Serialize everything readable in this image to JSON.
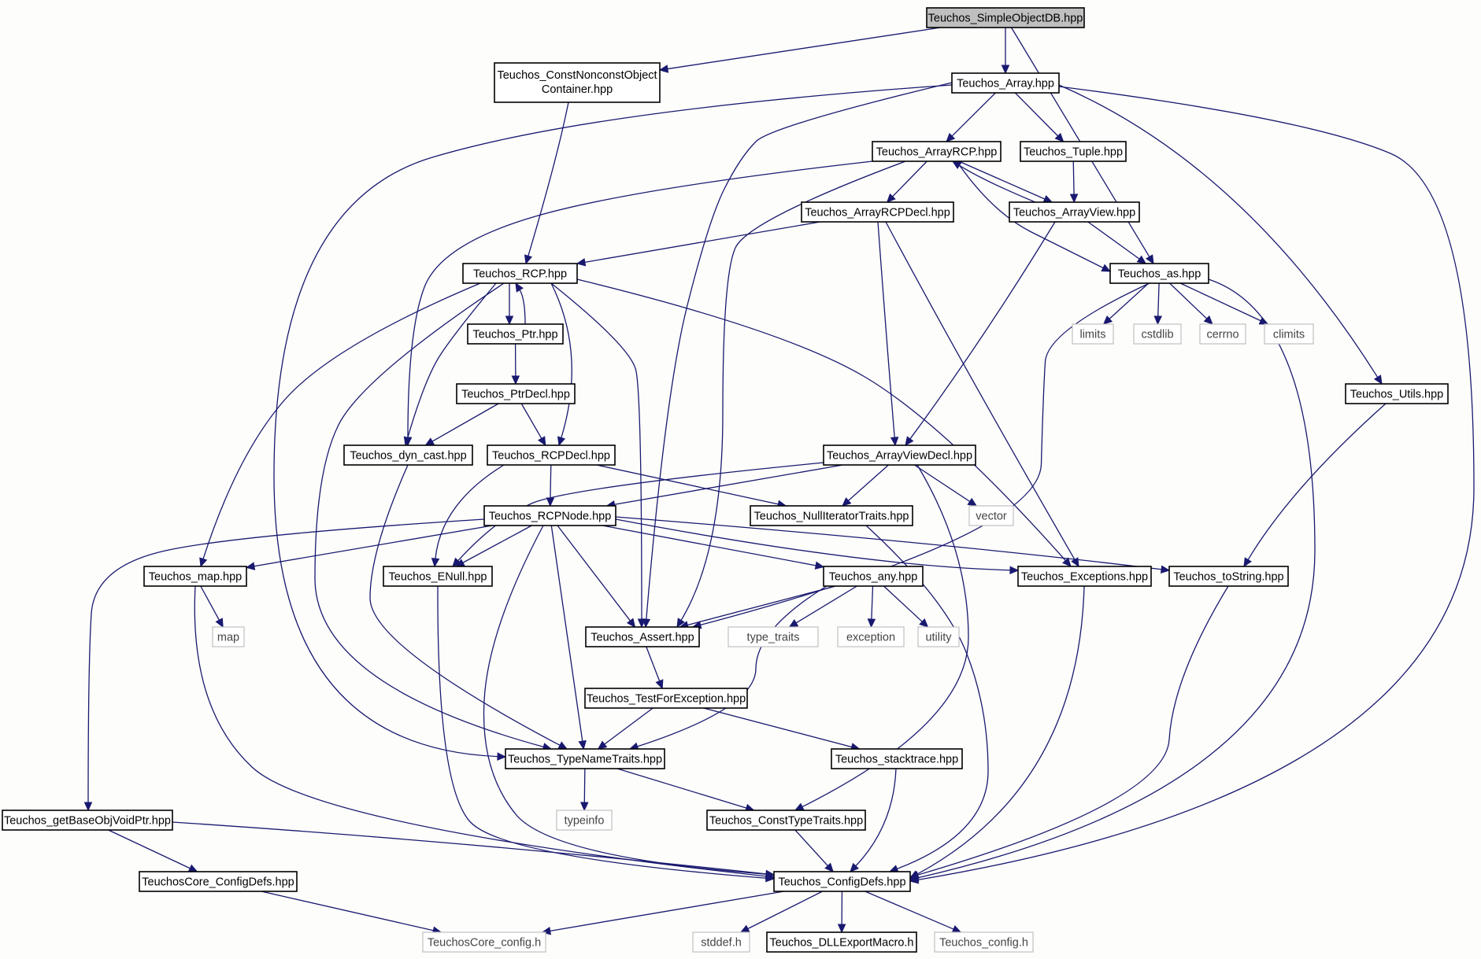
{
  "nodes": [
    {
      "id": "simpleobjectdb",
      "label": "Teuchos_SimpleObjectDB.hpp",
      "kind": "root"
    },
    {
      "id": "constnonconst",
      "label": "Teuchos_ConstNonconstObject Container.hpp",
      "lines": [
        "Teuchos_ConstNonconstObject",
        "Container.hpp"
      ],
      "kind": "file"
    },
    {
      "id": "array",
      "label": "Teuchos_Array.hpp",
      "kind": "file"
    },
    {
      "id": "arrayrcp",
      "label": "Teuchos_ArrayRCP.hpp",
      "kind": "file"
    },
    {
      "id": "tuple",
      "label": "Teuchos_Tuple.hpp",
      "kind": "file"
    },
    {
      "id": "arrayrcpdecl",
      "label": "Teuchos_ArrayRCPDecl.hpp",
      "kind": "file"
    },
    {
      "id": "arrayview",
      "label": "Teuchos_ArrayView.hpp",
      "kind": "file"
    },
    {
      "id": "rcp",
      "label": "Teuchos_RCP.hpp",
      "kind": "file"
    },
    {
      "id": "as",
      "label": "Teuchos_as.hpp",
      "kind": "file"
    },
    {
      "id": "ptr",
      "label": "Teuchos_Ptr.hpp",
      "kind": "file"
    },
    {
      "id": "limits",
      "label": "limits",
      "kind": "system"
    },
    {
      "id": "cstdlib",
      "label": "cstdlib",
      "kind": "system"
    },
    {
      "id": "cerrno",
      "label": "cerrno",
      "kind": "system"
    },
    {
      "id": "climits",
      "label": "climits",
      "kind": "system"
    },
    {
      "id": "ptrdecl",
      "label": "Teuchos_PtrDecl.hpp",
      "kind": "file"
    },
    {
      "id": "utils",
      "label": "Teuchos_Utils.hpp",
      "kind": "file"
    },
    {
      "id": "dyncast",
      "label": "Teuchos_dyn_cast.hpp",
      "kind": "file"
    },
    {
      "id": "rcpdecl",
      "label": "Teuchos_RCPDecl.hpp",
      "kind": "file"
    },
    {
      "id": "arrayviewdecl",
      "label": "Teuchos_ArrayViewDecl.hpp",
      "kind": "file"
    },
    {
      "id": "rcpnode",
      "label": "Teuchos_RCPNode.hpp",
      "kind": "file"
    },
    {
      "id": "nulliter",
      "label": "Teuchos_NullIteratorTraits.hpp",
      "kind": "file"
    },
    {
      "id": "vector",
      "label": "vector",
      "kind": "system"
    },
    {
      "id": "map_hpp",
      "label": "Teuchos_map.hpp",
      "kind": "file"
    },
    {
      "id": "enull",
      "label": "Teuchos_ENull.hpp",
      "kind": "file"
    },
    {
      "id": "any",
      "label": "Teuchos_any.hpp",
      "kind": "file"
    },
    {
      "id": "exceptions",
      "label": "Teuchos_Exceptions.hpp",
      "kind": "file"
    },
    {
      "id": "tostring",
      "label": "Teuchos_toString.hpp",
      "kind": "file"
    },
    {
      "id": "map",
      "label": "map",
      "kind": "system"
    },
    {
      "id": "assert",
      "label": "Teuchos_Assert.hpp",
      "kind": "file"
    },
    {
      "id": "type_traits",
      "label": "type_traits",
      "kind": "system"
    },
    {
      "id": "exception",
      "label": "exception",
      "kind": "system"
    },
    {
      "id": "utility",
      "label": "utility",
      "kind": "system"
    },
    {
      "id": "testforexc",
      "label": "Teuchos_TestForException.hpp",
      "kind": "file"
    },
    {
      "id": "typenametraits",
      "label": "Teuchos_TypeNameTraits.hpp",
      "kind": "file"
    },
    {
      "id": "stacktrace",
      "label": "Teuchos_stacktrace.hpp",
      "kind": "file"
    },
    {
      "id": "getbaseobj",
      "label": "Teuchos_getBaseObjVoidPtr.hpp",
      "kind": "file"
    },
    {
      "id": "typeinfo",
      "label": "typeinfo",
      "kind": "system"
    },
    {
      "id": "consttypetraits",
      "label": "Teuchos_ConstTypeTraits.hpp",
      "kind": "file"
    },
    {
      "id": "coreconfigdefs",
      "label": "TeuchosCore_ConfigDefs.hpp",
      "kind": "file"
    },
    {
      "id": "configdefs",
      "label": "Teuchos_ConfigDefs.hpp",
      "kind": "file"
    },
    {
      "id": "coreconfig",
      "label": "TeuchosCore_config.h",
      "kind": "system"
    },
    {
      "id": "stddef",
      "label": "stddef.h",
      "kind": "system"
    },
    {
      "id": "dllexport",
      "label": "Teuchos_DLLExportMacro.h",
      "kind": "file"
    },
    {
      "id": "config",
      "label": "Teuchos_config.h",
      "kind": "system"
    }
  ],
  "edges": [
    {
      "from": "simpleobjectdb",
      "to": "constnonconst"
    },
    {
      "from": "simpleobjectdb",
      "to": "array"
    },
    {
      "from": "simpleobjectdb",
      "to": "as"
    },
    {
      "from": "constnonconst",
      "to": "rcp"
    },
    {
      "from": "array",
      "to": "arrayrcp"
    },
    {
      "from": "array",
      "to": "tuple"
    },
    {
      "from": "array",
      "to": "assert"
    },
    {
      "from": "array",
      "to": "typenametraits"
    },
    {
      "from": "array",
      "to": "utils"
    },
    {
      "from": "array",
      "to": "configdefs"
    },
    {
      "from": "arrayrcp",
      "to": "arrayrcpdecl"
    },
    {
      "from": "arrayrcp",
      "to": "arrayview"
    },
    {
      "from": "arrayrcp",
      "to": "as"
    },
    {
      "from": "arrayrcp",
      "to": "dyncast"
    },
    {
      "from": "arrayrcp",
      "to": "assert"
    },
    {
      "from": "tuple",
      "to": "arrayview"
    },
    {
      "from": "arrayview",
      "to": "arrayrcp"
    },
    {
      "from": "arrayview",
      "to": "as"
    },
    {
      "from": "arrayview",
      "to": "arrayviewdecl"
    },
    {
      "from": "arrayrcpdecl",
      "to": "rcp"
    },
    {
      "from": "arrayrcpdecl",
      "to": "arrayviewdecl"
    },
    {
      "from": "arrayrcpdecl",
      "to": "exceptions"
    },
    {
      "from": "rcp",
      "to": "ptr"
    },
    {
      "from": "ptr",
      "to": "rcp"
    },
    {
      "from": "rcp",
      "to": "dyncast"
    },
    {
      "from": "rcp",
      "to": "rcpdecl"
    },
    {
      "from": "rcp",
      "to": "map_hpp"
    },
    {
      "from": "rcp",
      "to": "assert"
    },
    {
      "from": "rcp",
      "to": "typenametraits"
    },
    {
      "from": "rcp",
      "to": "exceptions"
    },
    {
      "from": "ptr",
      "to": "ptrdecl"
    },
    {
      "from": "ptrdecl",
      "to": "dyncast"
    },
    {
      "from": "ptrdecl",
      "to": "rcpdecl"
    },
    {
      "from": "as",
      "to": "limits"
    },
    {
      "from": "as",
      "to": "cstdlib"
    },
    {
      "from": "as",
      "to": "cerrno"
    },
    {
      "from": "as",
      "to": "climits"
    },
    {
      "from": "as",
      "to": "assert"
    },
    {
      "from": "as",
      "to": "configdefs"
    },
    {
      "from": "utils",
      "to": "tostring"
    },
    {
      "from": "dyncast",
      "to": "typenametraits"
    },
    {
      "from": "rcpdecl",
      "to": "rcpnode"
    },
    {
      "from": "rcpdecl",
      "to": "enull"
    },
    {
      "from": "rcpdecl",
      "to": "nulliter"
    },
    {
      "from": "arrayviewdecl",
      "to": "rcpnode"
    },
    {
      "from": "arrayviewdecl",
      "to": "enull"
    },
    {
      "from": "arrayviewdecl",
      "to": "nulliter"
    },
    {
      "from": "arrayviewdecl",
      "to": "vector"
    },
    {
      "from": "arrayviewdecl",
      "to": "consttypetraits"
    },
    {
      "from": "nulliter",
      "to": "configdefs"
    },
    {
      "from": "rcpnode",
      "to": "map_hpp"
    },
    {
      "from": "rcpnode",
      "to": "enull"
    },
    {
      "from": "rcpnode",
      "to": "any"
    },
    {
      "from": "rcpnode",
      "to": "exceptions"
    },
    {
      "from": "rcpnode",
      "to": "tostring"
    },
    {
      "from": "rcpnode",
      "to": "assert"
    },
    {
      "from": "rcpnode",
      "to": "typenametraits"
    },
    {
      "from": "rcpnode",
      "to": "getbaseobj"
    },
    {
      "from": "rcpnode",
      "to": "configdefs"
    },
    {
      "from": "map_hpp",
      "to": "map"
    },
    {
      "from": "map_hpp",
      "to": "configdefs"
    },
    {
      "from": "enull",
      "to": "configdefs"
    },
    {
      "from": "any",
      "to": "assert"
    },
    {
      "from": "any",
      "to": "type_traits"
    },
    {
      "from": "any",
      "to": "exception"
    },
    {
      "from": "any",
      "to": "utility"
    },
    {
      "from": "any",
      "to": "typenametraits"
    },
    {
      "from": "exceptions",
      "to": "configdefs"
    },
    {
      "from": "tostring",
      "to": "configdefs"
    },
    {
      "from": "assert",
      "to": "testforexc"
    },
    {
      "from": "testforexc",
      "to": "typenametraits"
    },
    {
      "from": "testforexc",
      "to": "stacktrace"
    },
    {
      "from": "typenametraits",
      "to": "typeinfo"
    },
    {
      "from": "typenametraits",
      "to": "consttypetraits"
    },
    {
      "from": "stacktrace",
      "to": "configdefs"
    },
    {
      "from": "consttypetraits",
      "to": "configdefs"
    },
    {
      "from": "getbaseobj",
      "to": "coreconfigdefs"
    },
    {
      "from": "getbaseobj",
      "to": "configdefs"
    },
    {
      "from": "coreconfigdefs",
      "to": "coreconfig"
    },
    {
      "from": "configdefs",
      "to": "coreconfig"
    },
    {
      "from": "configdefs",
      "to": "stddef"
    },
    {
      "from": "configdefs",
      "to": "dllexport"
    },
    {
      "from": "configdefs",
      "to": "config"
    }
  ],
  "colors": {
    "edge": "#191970",
    "root_fill": "#bfbfbf",
    "system_border": "#c0c0c0",
    "background": "#fdfdfb"
  }
}
